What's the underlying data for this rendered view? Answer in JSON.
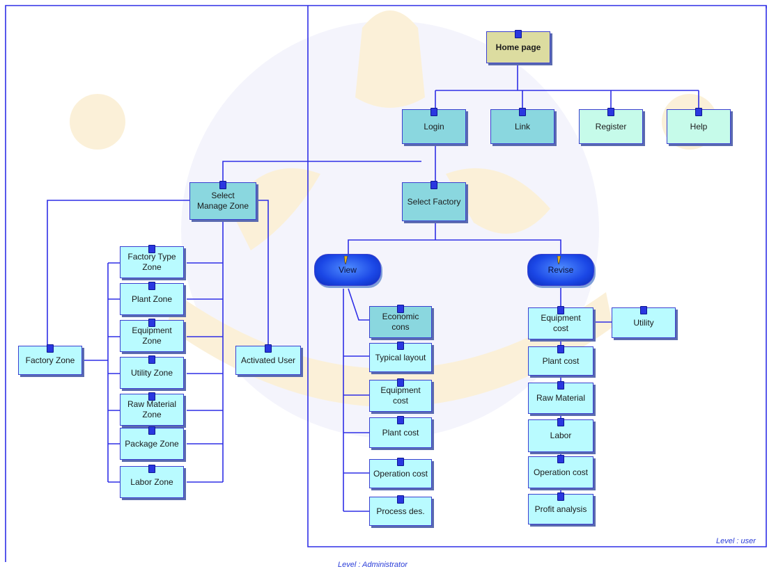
{
  "nodes": {
    "home": "Home page",
    "login": "Login",
    "link": "Link",
    "register": "Register",
    "help": "Help",
    "select_manage_zone": "Select\nManage Zone",
    "select_factory": "Select Factory",
    "view": "View",
    "revise": "Revise",
    "factory_type_zone": "Factory Type\nZone",
    "plant_zone": "Plant Zone",
    "equipment_zone": "Equipment\nZone",
    "utility_zone": "Utility Zone",
    "raw_material_zone": "Raw Material\nZone",
    "package_zone": "Package Zone",
    "labor_zone": "Labor Zone",
    "factory_zone": "Factory Zone",
    "activated_user": "Activated User",
    "view_economic_cons": "Economic\ncons",
    "view_typical_layout": "Typical layout",
    "view_equipment_cost": "Equipment\ncost",
    "view_plant_cost": "Plant cost",
    "view_operation_cost": "Operation cost",
    "view_process_des": "Process des.",
    "rev_equipment_cost": "Equipment\ncost",
    "rev_utility": "Utility",
    "rev_plant_cost": "Plant cost",
    "rev_raw_material": "Raw Material",
    "rev_labor": "Labor",
    "rev_operation_cost": "Operation cost",
    "rev_profit_analysis": "Profit analysis"
  },
  "levels": {
    "user": "Level : user",
    "administrator": "Level : Administrator"
  },
  "colors": {
    "line": "#2e2ee6",
    "node_fill": "#b9fbff",
    "node_fill_teal": "#8ad7df",
    "node_fill_mint": "#c6fbea",
    "home_fill": "#dcdca0",
    "pill_fill": "#1b47e6",
    "level_text": "#2a3cd8",
    "watermark": "#f4c86a"
  }
}
